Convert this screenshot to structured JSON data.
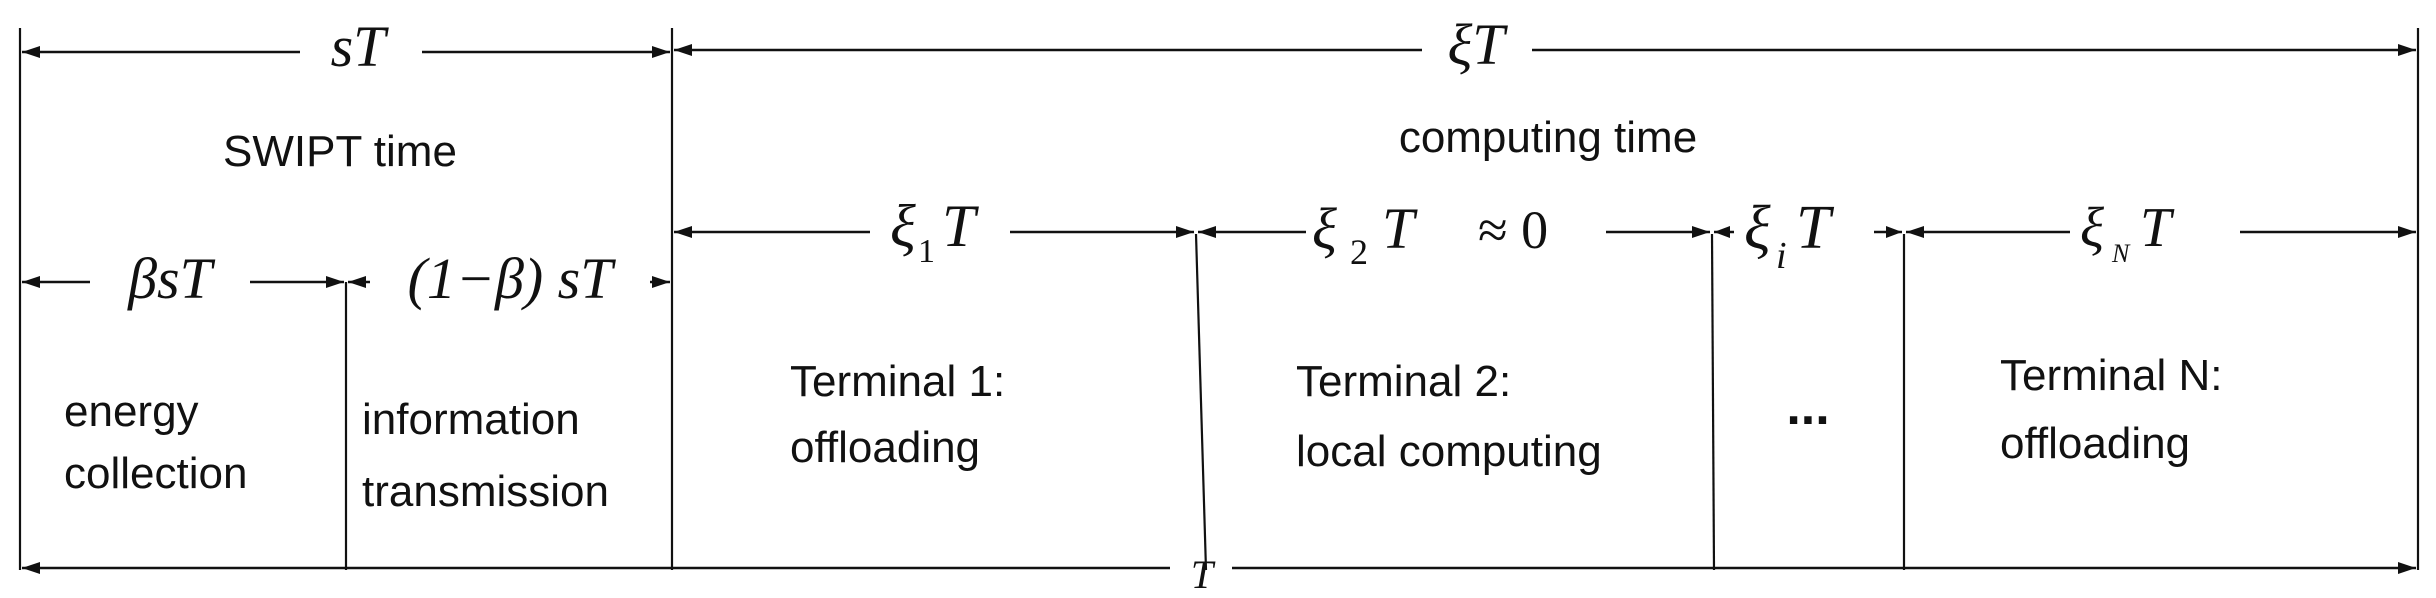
{
  "labels": {
    "sT": "sT",
    "xiT_top": "ξT",
    "swipt_time": "SWIPT time",
    "computing_time": "computing time",
    "beta_sT": "βsT",
    "one_minus_beta_sT": "(1−β) sT",
    "xi1T": "ξ",
    "xi1T_sub": "1",
    "xi1T_T": "T",
    "xi2T": "ξ",
    "xi2T_sub": "2",
    "xi2T_T": "T",
    "approx_zero": "≈  0",
    "xiiT": "ξ",
    "xiiT_sub": "i",
    "xiiT_T": "T",
    "xiNT": "ξ",
    "xiNT_sub": "N",
    "xiNT_T": "T",
    "energy_collection_line1": "energy",
    "energy_collection_line2": "collection",
    "info_transmission_line1": "information",
    "info_transmission_line2": "transmission",
    "terminal1_line1": "Terminal 1:",
    "terminal1_line2": "offloading",
    "terminal2_line1": "Terminal 2:",
    "terminal2_line2": "local computing",
    "ellipsis": "...",
    "terminalN_line1": "Terminal N:",
    "terminalN_line2": "offloading",
    "bottom_T": "T"
  }
}
